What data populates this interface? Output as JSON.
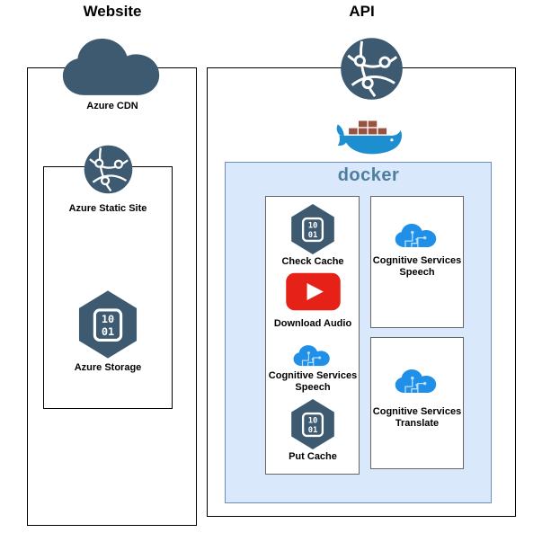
{
  "titles": {
    "website": "Website",
    "api": "API"
  },
  "website": {
    "cdn_label": "Azure CDN",
    "static_site_label": "Azure Static Site",
    "storage_label": "Azure Storage"
  },
  "api": {
    "docker_label": "docker",
    "pipeline": {
      "check_cache": "Check Cache",
      "download_audio": "Download Audio",
      "speech": "Cognitive Services Speech",
      "put_cache": "Put Cache"
    },
    "speech_service": "Cognitive Services Speech",
    "translate_service": "Cognitive Services Translate"
  },
  "cache_icon_text": {
    "line1": "10",
    "line2": "01"
  },
  "colors": {
    "azure_slate": "#3d5a70",
    "cognitive_blue": "#1f8fe8",
    "youtube_red": "#e62117",
    "docker_blue": "#1d8fd1",
    "docker_brick": "#9a5240",
    "docker_container_fill": "#dae8fc",
    "docker_container_border": "#6c8ebf"
  }
}
